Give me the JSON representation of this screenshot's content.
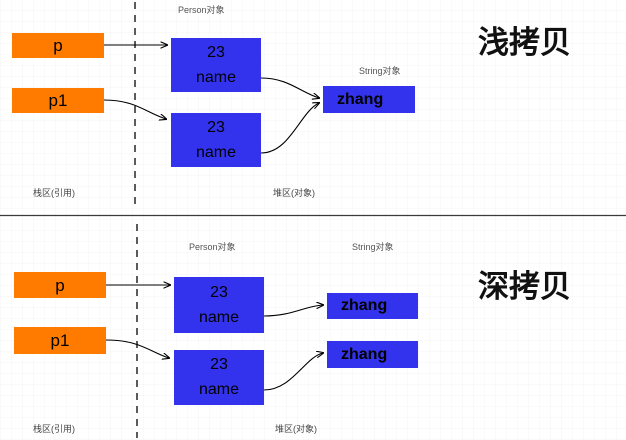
{
  "diagram": {
    "title_shallow": "浅拷贝",
    "title_deep": "深拷贝",
    "zone_stack": "栈区(引用)",
    "zone_heap": "堆区(对象)",
    "label_person": "Person对象",
    "label_string": "String对象",
    "ref_p": "p",
    "ref_p1": "p1",
    "obj_field_value": "23",
    "obj_field_name": "name",
    "str_value": "zhang"
  },
  "colors": {
    "reference_box": "#ff7b00",
    "object_box": "#3333ee",
    "text": "#000000",
    "label": "#555555",
    "arrow": "#000000",
    "divider": "#3a3a3a"
  },
  "top_section": {
    "name": "shallow-copy",
    "title": "浅拷贝",
    "references": [
      {
        "label": "p"
      },
      {
        "label": "p1"
      }
    ],
    "person_objects": [
      {
        "value": "23",
        "field": "name"
      },
      {
        "value": "23",
        "field": "name"
      }
    ],
    "string_objects": [
      {
        "value": "zhang"
      }
    ],
    "labels": {
      "person": "Person对象",
      "string": "String对象",
      "stack": "栈区(引用)",
      "heap": "堆区(对象)"
    }
  },
  "bottom_section": {
    "name": "deep-copy",
    "title": "深拷贝",
    "references": [
      {
        "label": "p"
      },
      {
        "label": "p1"
      }
    ],
    "person_objects": [
      {
        "value": "23",
        "field": "name"
      },
      {
        "value": "23",
        "field": "name"
      }
    ],
    "string_objects": [
      {
        "value": "zhang"
      },
      {
        "value": "zhang"
      }
    ],
    "labels": {
      "person": "Person对象",
      "string": "String对象",
      "stack": "栈区(引用)",
      "heap": "堆区(对象)"
    }
  }
}
